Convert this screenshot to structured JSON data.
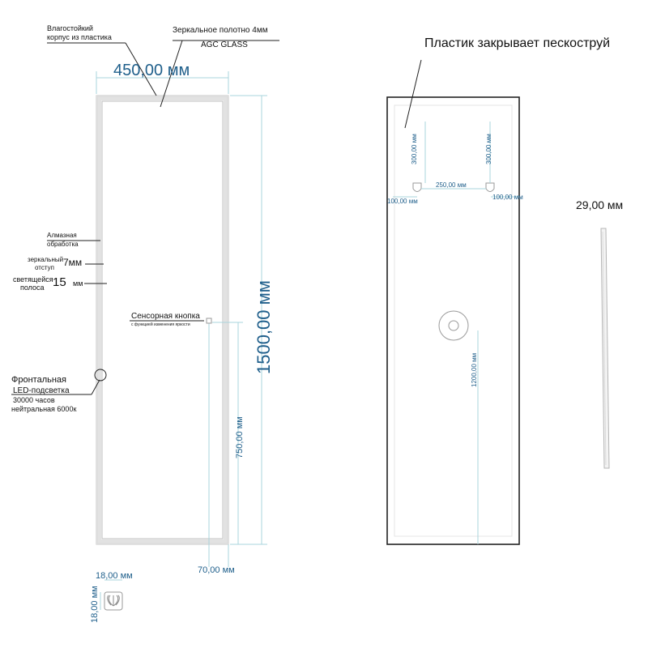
{
  "front_view": {
    "housing_label_line1": "Влагостойкий",
    "housing_label_line2": "корпус из пластика",
    "glass_label_line1": "Зеркальное  полотно 4мм",
    "glass_label_line2": "AGC GLASS",
    "width_dim": "450,00 мм",
    "height_dim": "1500,00 мм",
    "diamond_line1": "Алмазная",
    "diamond_line2": "обработка",
    "mirror_offset_line1": "зеркальный",
    "mirror_offset_line2": "отступ",
    "mirror_offset_value": "7мм",
    "strip_line1": "светящейся",
    "strip_line2": "полоса",
    "strip_value": "15",
    "strip_unit": "мм",
    "sensor_label": "Сенсорная кнопка",
    "sensor_sublabel": "с функцией изменения яркости",
    "led_line1": "Фронтальная",
    "led_line2": "LED-подсветка",
    "led_line3": "30000 часов",
    "led_line4": "нейтральная 6000к",
    "sensor_height_dim": "750,00 мм",
    "sensor_offset_dim": "70,00 мм",
    "button_width_dim": "18,00 мм",
    "button_height_dim": "18,00 мм"
  },
  "back_view": {
    "plastic_label": "Пластик закрывает пескоструй",
    "left_mount_height": "300,00 мм",
    "right_mount_height": "300,00 мм",
    "mount_spacing": "250,00 мм",
    "left_side_offset": "100,00 мм",
    "right_side_offset": "100,00 мм",
    "center_dim": "1200,00 мм"
  },
  "side_view": {
    "depth_dim": "29,00 мм"
  },
  "colors": {
    "dimension": "#1f5f8b",
    "outline": "#222222",
    "guide": "#aad4dc",
    "light_frame": "#c8c8c8"
  }
}
